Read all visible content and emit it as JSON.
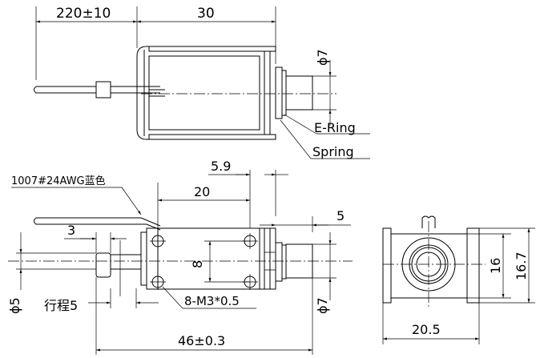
{
  "top_view": {
    "lead_length": "220±10",
    "body_length": "30",
    "plunger_dia": "ϕ7",
    "e_ring_label": "E-Ring",
    "spring_label": "Spring"
  },
  "side_view": {
    "wire_spec": "1007#24AWG蓝色",
    "offset": "5.9",
    "hole_spacing_h": "20",
    "plunger_ext": "5",
    "rear_ext": "3",
    "hole_spacing_v": "8",
    "rear_dia": "ϕ5",
    "stroke": "行程5",
    "screw_holes": "8-M3*0.5",
    "plunger_dia": "ϕ7",
    "total_length": "46±0.3"
  },
  "end_view": {
    "width": "20.5",
    "height_inner": "16",
    "height_outer": "16.7"
  }
}
